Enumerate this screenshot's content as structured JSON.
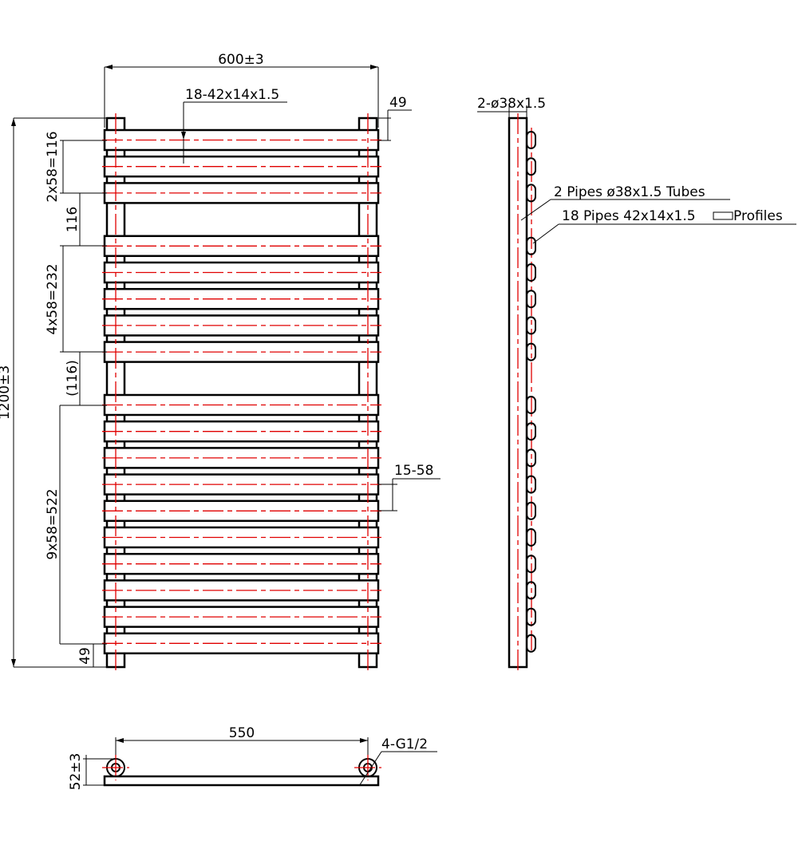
{
  "front_view": {
    "width_label": "600±3",
    "height_label": "1200±3",
    "profile_label": "18-42x14x1.5",
    "top_offset_label": "49",
    "bottom_offset_label": "49",
    "pitch_label": "15-58",
    "groups": [
      {
        "label": "2x58=116"
      },
      {
        "label": "116"
      },
      {
        "label": "4x58=232"
      },
      {
        "label": "(116)"
      },
      {
        "label": "9x58=522"
      }
    ]
  },
  "side_view": {
    "tube_label": "2-ø38x1.5",
    "callouts": {
      "pipes": "2 Pipes ø38x1.5 Tubes",
      "profiles": "18 Pipes 42x14x1.5",
      "profiles_suffix": "Profiles"
    }
  },
  "bottom_view": {
    "centers_label": "550",
    "depth_label": "52±3",
    "connection_label": "4-G1/2"
  },
  "specs": {
    "bar_count": 18,
    "bar_pitch_mm": 58,
    "overall_width_mm": 600,
    "overall_height_mm": 1200,
    "pipe_centers_mm": 550,
    "colors": {
      "outline": "#000000",
      "centerline": "#e00000"
    }
  }
}
